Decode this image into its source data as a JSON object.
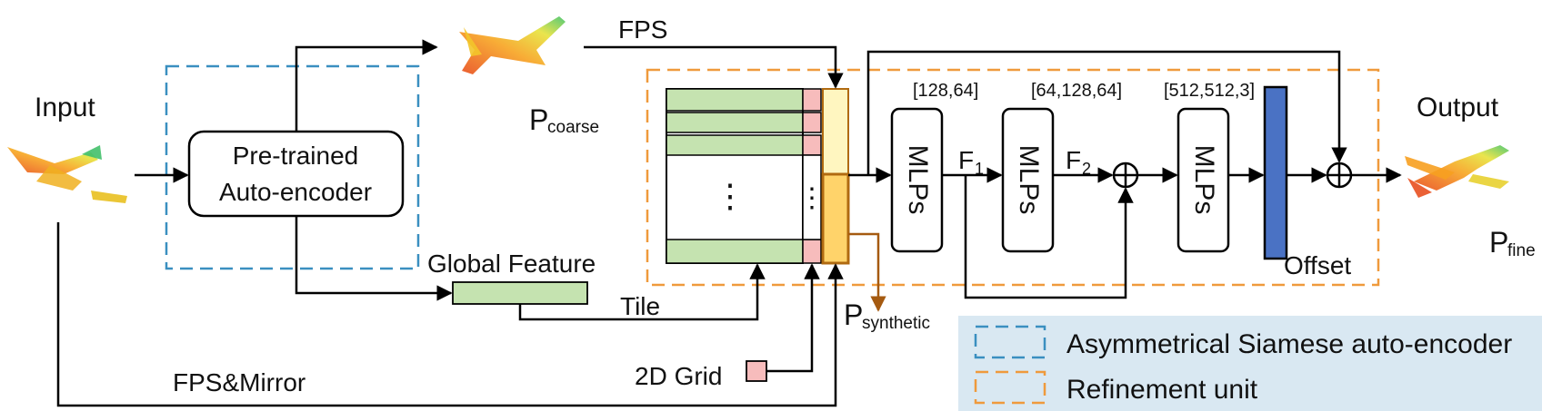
{
  "labels": {
    "input": "Input",
    "output": "Output",
    "fps": "FPS",
    "p_coarse_main": "P",
    "p_coarse_sub": "coarse",
    "p_fine_main": "P",
    "p_fine_sub": "fine",
    "p_synthetic_main": "P",
    "p_synthetic_sub": "synthetic",
    "global_feature": "Global Feature",
    "tile": "Tile",
    "grid_2d": "2D Grid",
    "fps_mirror": "FPS&Mirror",
    "offset": "Offset",
    "f1_main": "F",
    "f1_sub": "1",
    "f2_main": "F",
    "f2_sub": "2",
    "ellipsis": "⋮"
  },
  "autoencoder": {
    "line1": "Pre-trained",
    "line2": "Auto-encoder"
  },
  "mlps": [
    {
      "label": "MLPs",
      "dims": "[128,64]"
    },
    {
      "label": "MLPs",
      "dims": "[64,128,64]"
    },
    {
      "label": "MLPs",
      "dims": "[512,512,3]"
    }
  ],
  "legend": {
    "siamese": "Asymmetrical Siamese auto-encoder",
    "refinement": "Refinement unit"
  },
  "colors": {
    "blue_dash": "#3a8fc0",
    "orange_dash": "#ef9a3c",
    "feature_green": "#c5e3b0",
    "grid_pink": "#f7bcbc",
    "coarse_yellow": "#fff6c0",
    "synthetic_orange": "#ffd36a",
    "synthetic_border": "#b06a10",
    "offset_blue": "#4a72c4",
    "legend_bg": "#d9e8f2",
    "psyn_arrow": "#a55a10"
  },
  "icons": {
    "input_cloud": "airplane-point-cloud-icon",
    "coarse_cloud": "coarse-airplane-point-cloud-icon",
    "output_cloud": "fine-airplane-point-cloud-icon",
    "sum": "element-wise-sum-icon"
  }
}
